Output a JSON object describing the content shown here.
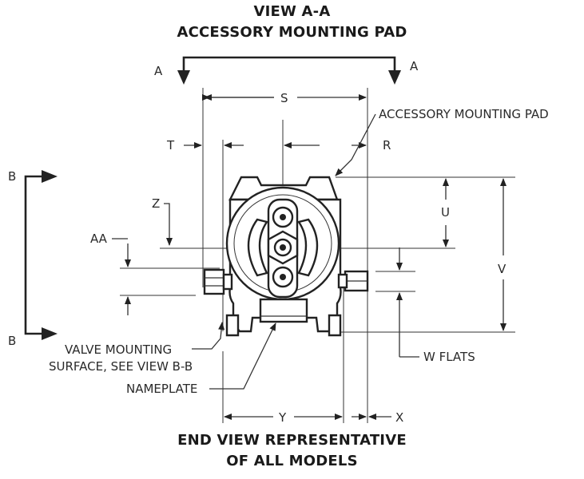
{
  "titles": {
    "top_line1": "VIEW A-A",
    "top_line2": "ACCESSORY MOUNTING PAD",
    "bottom_line1": "END VIEW REPRESENTATIVE",
    "bottom_line2": "OF ALL MODELS"
  },
  "labels": {
    "a_left": "A",
    "a_right": "A",
    "b_top": "B",
    "b_bottom": "B",
    "s": "S",
    "t": "T",
    "r": "R",
    "z": "Z",
    "u": "U",
    "v": "V",
    "aa": "AA",
    "w_flats": "W FLATS",
    "y": "Y",
    "x": "X",
    "accessory_pad": "ACCESSORY MOUNTING PAD",
    "valve_surface_1": "VALVE MOUNTING",
    "valve_surface_2": "SURFACE, SEE VIEW B-B",
    "nameplate": "NAMEPLATE"
  }
}
